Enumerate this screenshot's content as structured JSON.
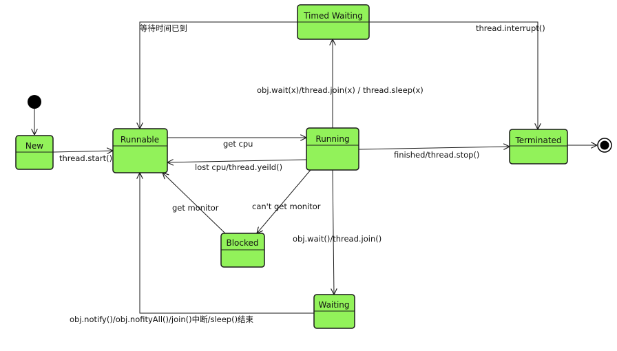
{
  "colors": {
    "state_fill": "#92f25a",
    "stroke": "#1a1a1a",
    "text": "#111111",
    "pseudostate": "#000000"
  },
  "states": {
    "new": "New",
    "runnable": "Runnable",
    "running": "Running",
    "timed_waiting": "Timed Waiting",
    "terminated": "Terminated",
    "blocked": "Blocked",
    "waiting": "Waiting"
  },
  "transitions": {
    "new_to_runnable": "thread.start()",
    "runnable_to_running": "get cpu",
    "running_to_runnable": "lost cpu/thread.yeild()",
    "running_to_terminated": "finished/thread.stop()",
    "running_to_timed_waiting": "obj.wait(x)/thread.join(x) / thread.sleep(x)",
    "timed_waiting_to_runnable": "等待时间已到",
    "timed_waiting_to_terminated": "thread.interrupt()",
    "running_to_blocked": "can't get monitor",
    "blocked_to_runnable": "get monitor",
    "running_to_waiting": "obj.wait()/thread.join()",
    "waiting_to_runnable": "obj.notify()/obj.nofityAll()/join()中断/sleep()结束"
  }
}
